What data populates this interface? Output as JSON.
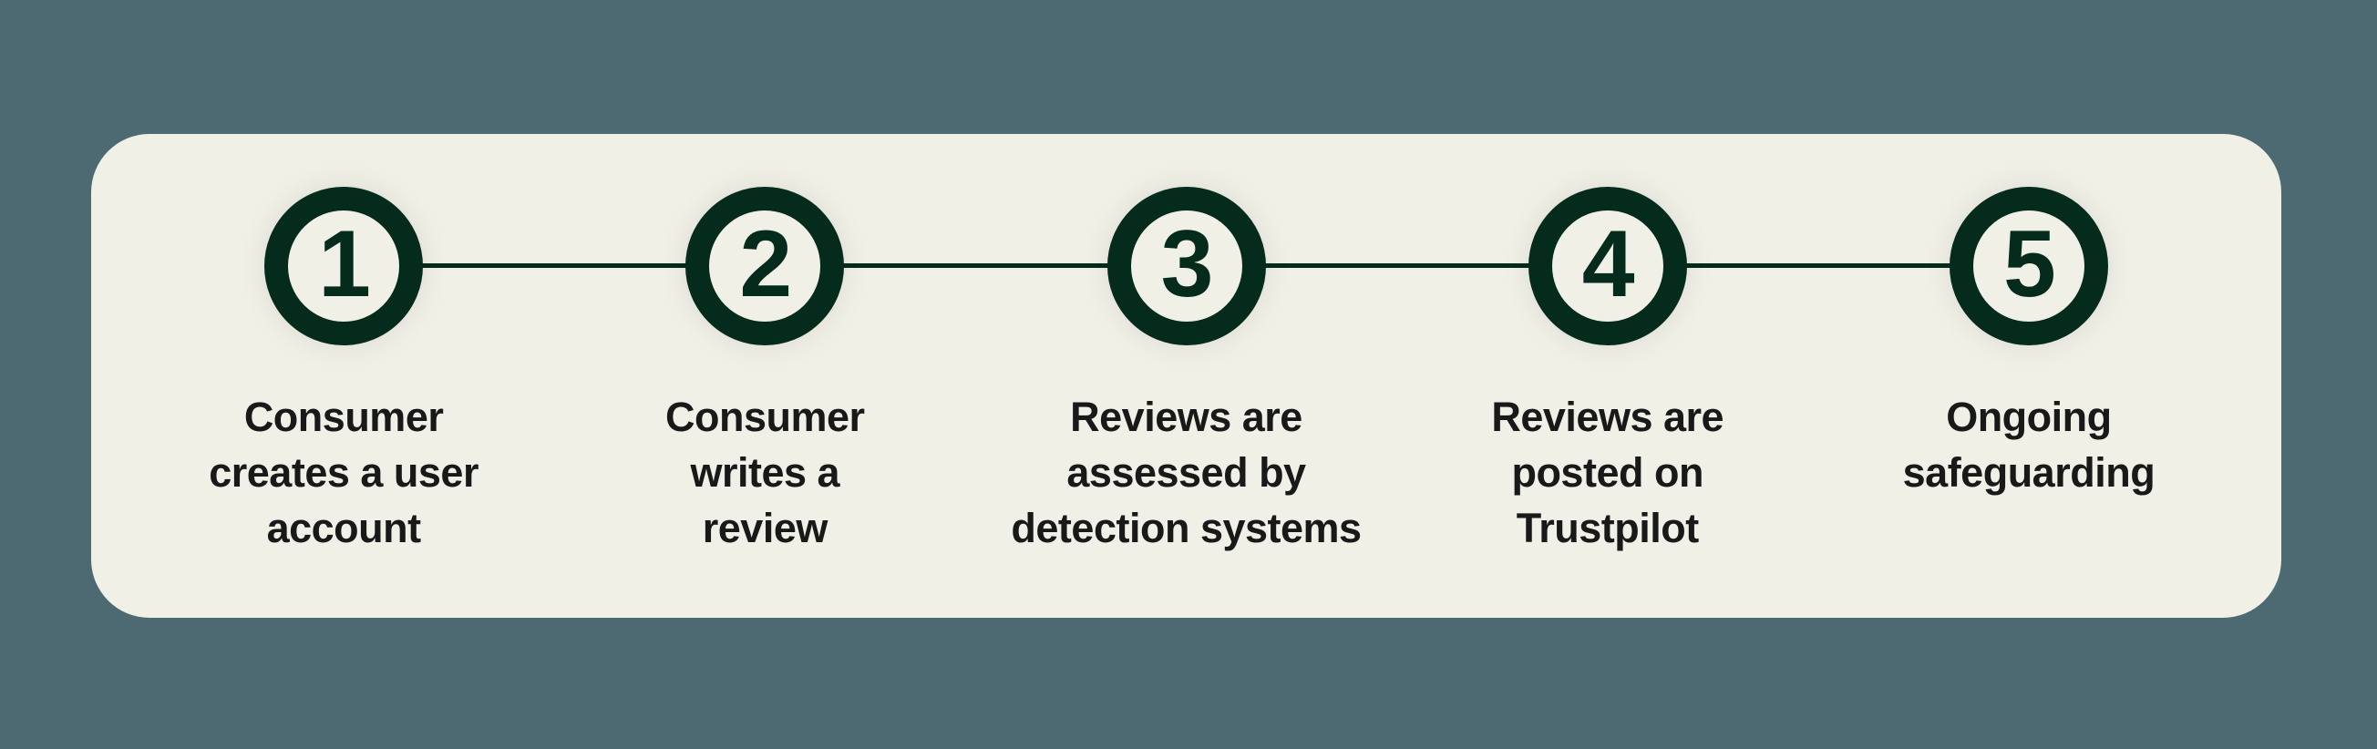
{
  "theme": {
    "background": "#4D6972",
    "card_background": "#F1F0E7",
    "accent_green": "#052B1D",
    "text_color": "#191919"
  },
  "process": {
    "steps": [
      {
        "number": "1",
        "label": "Consumer\ncreates a user\naccount"
      },
      {
        "number": "2",
        "label": "Consumer\nwrites a\nreview"
      },
      {
        "number": "3",
        "label": "Reviews are\nassessed by\ndetection systems"
      },
      {
        "number": "4",
        "label": "Reviews are\nposted on\nTrustpilot"
      },
      {
        "number": "5",
        "label": "Ongoing\nsafeguarding"
      }
    ]
  }
}
